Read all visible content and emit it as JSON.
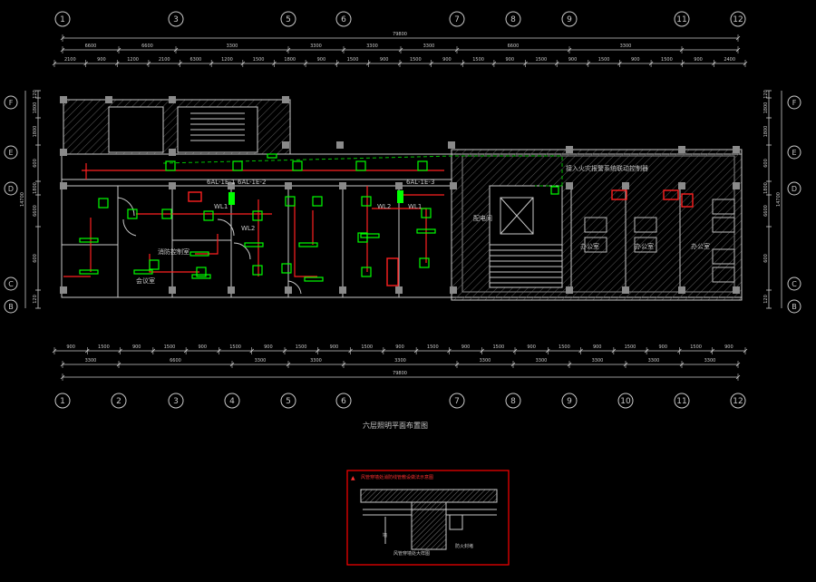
{
  "drawing": {
    "grid_top": [
      "1",
      "3",
      "5",
      "6",
      "7",
      "8",
      "9",
      "11",
      "12"
    ],
    "grid_bottom": [
      "1",
      "2",
      "3",
      "4",
      "5",
      "6",
      "7",
      "8",
      "9",
      "10",
      "11",
      "12"
    ],
    "grid_rows_left": [
      "F",
      "E",
      "D",
      "C",
      "B"
    ],
    "grid_rows_right": [
      "F",
      "E",
      "D",
      "C",
      "B"
    ],
    "dim_top_total": "79800",
    "dim_top_spans": [
      "6600",
      "6600",
      "3300",
      "3300",
      "3300",
      "3300",
      "6600",
      "3300"
    ],
    "dim_top_sub": [
      "2100",
      "900",
      "1200",
      "2100",
      "6300",
      "1200",
      "1500",
      "1800",
      "900",
      "1500",
      "900",
      "1500",
      "900",
      "1500",
      "900",
      "1500",
      "900",
      "1500",
      "900",
      "1500",
      "900",
      "2400"
    ],
    "dim_bottom_total": "79800",
    "dim_bottom_spans": [
      "3300",
      "6600",
      "3300",
      "3300",
      "3300",
      "3300",
      "3300",
      "3300",
      "3300",
      "3300"
    ],
    "dim_bottom_sub": [
      "900",
      "1500",
      "900",
      "1500",
      "900",
      "1500",
      "900",
      "1500",
      "900",
      "1500",
      "900",
      "1500",
      "900",
      "1500",
      "900",
      "1500",
      "900",
      "1500",
      "900",
      "1500",
      "900"
    ],
    "dim_left": [
      "120",
      "1800",
      "1800",
      "600",
      "1800",
      "6600",
      "600",
      "120"
    ],
    "dim_left_total": "14700",
    "dim_right": [
      "120",
      "1800",
      "1800",
      "600",
      "1800",
      "6600",
      "600",
      "120"
    ],
    "dim_right_total": "14700",
    "room_labels": [
      "消防控制室",
      "配电间",
      "办公室",
      "办公室",
      "办公室",
      "会议室"
    ],
    "panel_tags": [
      "6AL-1E-1",
      "6AL-1E-2",
      "6AL-1E-3"
    ],
    "wl_tags": [
      "WL1",
      "WL2",
      "WL1",
      "WL2"
    ],
    "note_line": "接入火灾报警系统联动控制器",
    "plan_title": "六层照明平面布置图",
    "detail_title": "风管穿墙处消防线管敷设做法示意图",
    "detail_labels": [
      "墙",
      "风管穿墙处大样图",
      "防火封堵"
    ],
    "warning_mark": "▲"
  },
  "colors": {
    "background": "#000000",
    "linework": "#c8c8c8",
    "fixture": "#00ff00",
    "circuit": "#ff2020",
    "emergency": "#00c000",
    "frame": "#ff0000",
    "hatch": "#5a5a5a"
  }
}
